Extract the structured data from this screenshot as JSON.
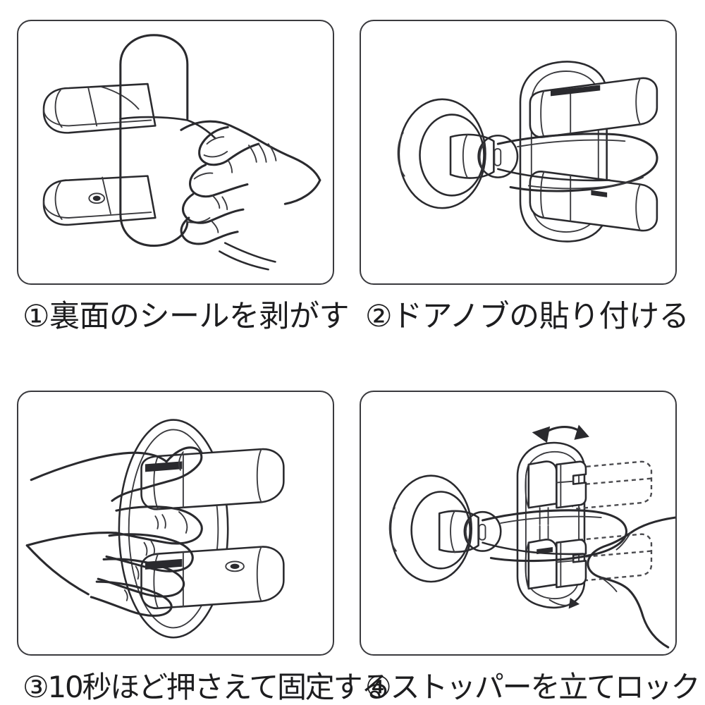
{
  "document": {
    "type": "instruction-sheet",
    "language": "ja",
    "subject": "door-lever-stopper-installation",
    "background_color": "#ffffff",
    "ink_color": "#2a2a2e",
    "panel_border_color": "#3a3a3e",
    "caption_color": "#1d1d1f"
  },
  "steps": [
    {
      "number": "①",
      "caption": "①裏面のシールを剥がす",
      "illustration_name": "peel-adhesive-seal-illustration",
      "description_parts": [
        "stopper-body",
        "hand-peeling-seal",
        "adhesive-backing-film"
      ]
    },
    {
      "number": "②",
      "caption": "②ドアノブの貼り付ける",
      "illustration_name": "attach-to-door-lever-illustration",
      "description_parts": [
        "door-rosette",
        "lever-handle",
        "thumb-turn-lock",
        "stopper-mounted"
      ]
    },
    {
      "number": "③",
      "caption": "③10秒ほど押さえて固定する",
      "illustration_name": "press-ten-seconds-illustration",
      "description_parts": [
        "hand-pressing",
        "stopper-body",
        "door-rosette"
      ]
    },
    {
      "number": "④",
      "caption": "④ストッパーを立てロック",
      "illustration_name": "raise-stopper-to-lock-illustration",
      "description_parts": [
        "rotation-arrow",
        "dashed-ghost-stopper-upper",
        "dashed-ghost-stopper-lower",
        "hand-turning",
        "lever-handle",
        "thumb-turn-lock"
      ]
    }
  ]
}
